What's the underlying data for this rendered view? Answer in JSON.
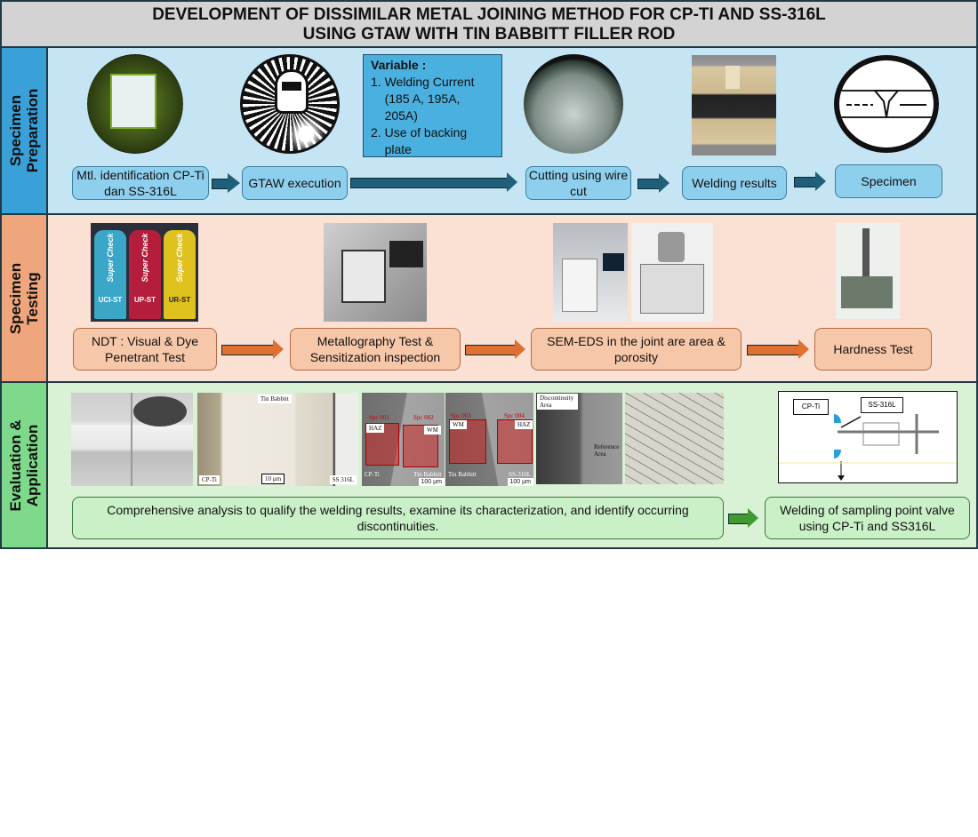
{
  "title": {
    "line1": "DEVELOPMENT OF DISSIMILAR METAL JOINING METHOD FOR CP-TI AND SS-316L",
    "line2": "USING GTAW WITH TIN BABBITT FILLER ROD"
  },
  "colors": {
    "prep_label": "#3aa0d8",
    "prep_bg": "#c5e4f4",
    "test_label": "#f0a67c",
    "test_bg": "#fbe1d3",
    "eval_label": "#7ed98b",
    "eval_bg": "#d9f2d5",
    "arrow_blue": "#1f5f7a",
    "arrow_orange": "#e07030",
    "arrow_green": "#3f9a2f"
  },
  "preparation": {
    "label": "Specimen\nPreparation",
    "variable": {
      "heading": "Variable :",
      "items": [
        "Welding Current (185 A, 195A, 205A)",
        "Use of backing plate"
      ]
    },
    "steps": [
      "Mtl. identification CP-Ti dan SS-316L",
      "GTAW execution",
      "Cutting using wire cut",
      "Welding results",
      "Specimen"
    ]
  },
  "testing": {
    "label": "Specimen\nTesting",
    "cans": [
      "UCI-ST",
      "UP-ST",
      "UR-ST"
    ],
    "can_brand": "Super Check",
    "steps": [
      "NDT : Visual & Dye Penetrant Test",
      "Metallography Test & Sensitization inspection",
      "SEM-EDS in the joint are area & porosity",
      "Hardness Test"
    ]
  },
  "evaluation": {
    "label": "Evaluation &\nApplication",
    "micro": {
      "tin": "Tin Babbitt",
      "cpti": "CP-Ti",
      "ss": "SS 316L",
      "scale": "10 µm"
    },
    "sem1": {
      "spc1": "Spc 001",
      "spc2": "Spc 002",
      "haz": "HAZ",
      "wm": "WM",
      "left": "CP-Ti",
      "right": "Tin Babbitt",
      "scale": "100 µm"
    },
    "sem2": {
      "spc1": "Spc 003",
      "spc2": "Spc 004",
      "wm": "WM",
      "haz": "HAZ",
      "left": "Tin Babbitt",
      "right": "SS-316L",
      "scale": "100 µm"
    },
    "fracture": {
      "disc": "Discontinuity Area",
      "ref": "Reference Area"
    },
    "valve": {
      "cpti": "CP-Ti",
      "ss": "SS-316L"
    },
    "analysis": "Comprehensive analysis to qualify the welding results, examine its characterization, and identify occurring discontinuities.",
    "application": "Welding of sampling point valve using CP-Ti and SS316L"
  }
}
